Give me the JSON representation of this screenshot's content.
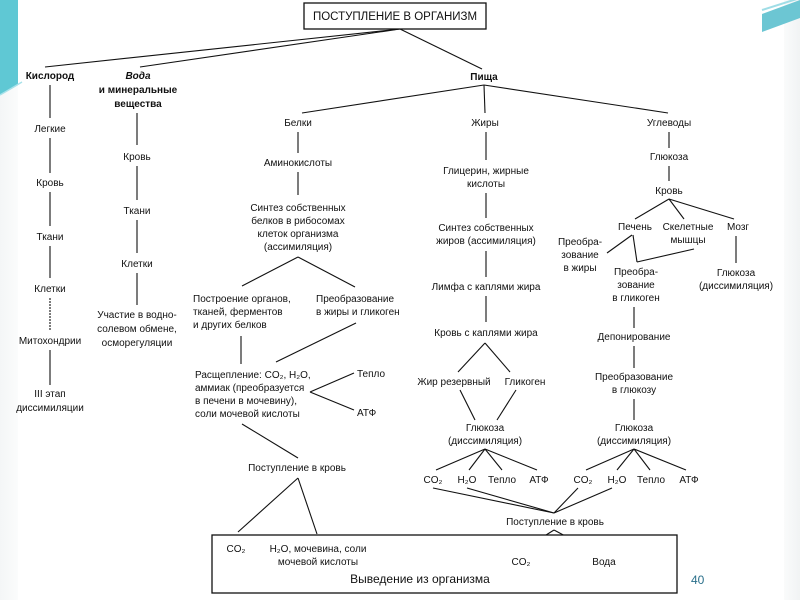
{
  "slide": {
    "page_number": "40",
    "accent_color": "#4fc3d0"
  },
  "diagram": {
    "root": "ПОСТУПЛЕНИЕ В ОРГАНИЗМ",
    "branches": {
      "oxygen": {
        "title": "Кислород",
        "chain": [
          "Легкие",
          "Кровь",
          "Ткани",
          "Клетки",
          "Митохондрии"
        ],
        "end": [
          "III этап",
          "диссимиляции"
        ]
      },
      "water": {
        "title": [
          "Вода",
          "и минеральные",
          "вещества"
        ],
        "chain": [
          "Кровь",
          "Ткани",
          "Клетки"
        ],
        "end": [
          "Участие в водно-",
          "солевом обмене,",
          "осморегуляции"
        ]
      },
      "food": {
        "title": "Пища",
        "proteins": {
          "title": "Белки",
          "amino": "Аминокислоты",
          "synthesis": [
            "Синтез собственных",
            "белков в рибосомах",
            "клеток организма",
            "(ассимиляция)"
          ],
          "build": [
            "Построение органов,",
            "тканей, ферментов",
            "и других белков"
          ],
          "convert": [
            "Преобразование",
            "в жиры и гликоген"
          ],
          "breakdown": [
            "Расщепление: CO₂, H₂O,",
            "аммиак (преобразуется",
            "в печени в мочевину),",
            "соли мочевой кислоты"
          ],
          "heat": "Тепло",
          "atp": "АТФ",
          "to_blood": "Поступление в кровь"
        },
        "fats": {
          "title": "Жиры",
          "glycerin": [
            "Глицерин, жирные",
            "кислоты"
          ],
          "synthesis": [
            "Синтез собственных",
            "жиров (ассимиляция)"
          ],
          "lymph": "Лимфа с каплями жира",
          "blood": "Кровь с каплями жира",
          "reserve": "Жир резервный",
          "glycogen": "Гликоген",
          "glucose": [
            "Глюкоза",
            "(диссимиляция)"
          ],
          "products": [
            "CO₂",
            "H₂O",
            "Тепло",
            "АТФ"
          ]
        },
        "carbs": {
          "title": "Углеводы",
          "glucose": "Глюкоза",
          "blood": "Кровь",
          "liver": "Печень",
          "muscles": [
            "Скелетные",
            "мышцы"
          ],
          "brain": "Мозг",
          "to_fat": [
            "Преобра-",
            "зование",
            "в жиры"
          ],
          "to_glycogen": [
            "Преобра-",
            "зование",
            "в гликоген"
          ],
          "brain_glucose": [
            "Глюкоза",
            "(диссимиляция)"
          ],
          "deposit": "Депонирование",
          "to_glucose": [
            "Преобразование",
            "в глюкозу"
          ],
          "glucose_diss": [
            "Глюкоза",
            "(диссимиляция)"
          ],
          "products": [
            "CO₂",
            "H₂O",
            "Тепло",
            "АТФ"
          ]
        },
        "to_blood": "Поступление в кровь",
        "blood_outputs": [
          "CO₂",
          "Вода"
        ]
      }
    },
    "excretion": {
      "title": "Выведение из организма",
      "co2": "CO₂",
      "water_urea": [
        "H₂O, мочевина, соли",
        "мочевой кислоты"
      ]
    }
  }
}
